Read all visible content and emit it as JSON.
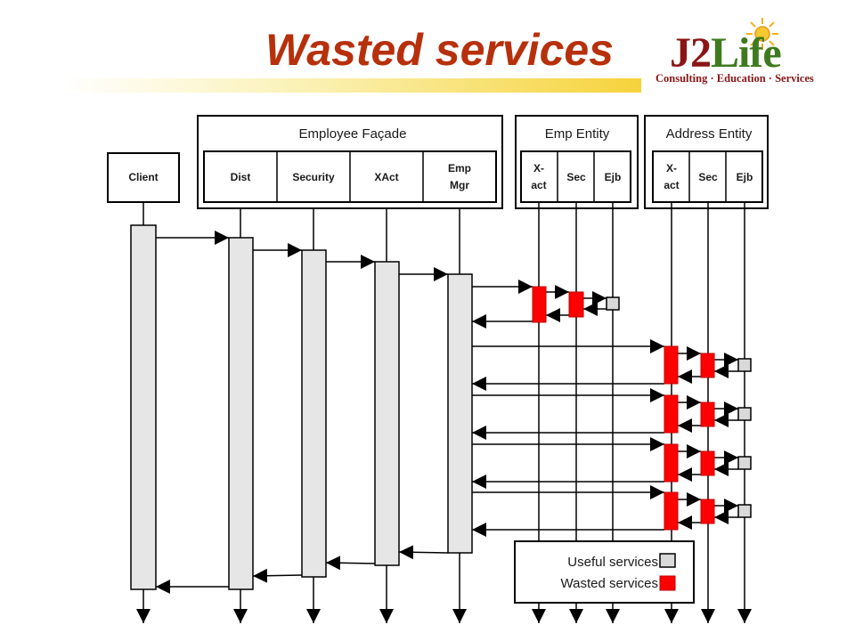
{
  "title": "Wasted services",
  "logo": {
    "main_j2": "J2",
    "main_life": "Life",
    "tagline": "Consulting · Education · Services"
  },
  "groups": {
    "employee_facade": "Employee Façade",
    "emp_entity": "Emp Entity",
    "address_entity": "Address Entity"
  },
  "participants": {
    "client": "Client",
    "dist": "Dist",
    "security": "Security",
    "xact": "XAct",
    "emp_mgr_line1": "Emp",
    "emp_mgr_line2": "Mgr",
    "emp_xact_line1": "X-",
    "emp_xact_line2": "act",
    "emp_sec": "Sec",
    "emp_ejb": "Ejb",
    "addr_xact_line1": "X-",
    "addr_xact_line2": "act",
    "addr_sec": "Sec",
    "addr_ejb": "Ejb"
  },
  "legend": {
    "useful": "Useful services",
    "wasted": "Wasted services"
  },
  "colors": {
    "title": "#b7300c",
    "wasted": "#ff0000",
    "useful": "#d9d9d9",
    "activation": "#e6e6e6"
  }
}
